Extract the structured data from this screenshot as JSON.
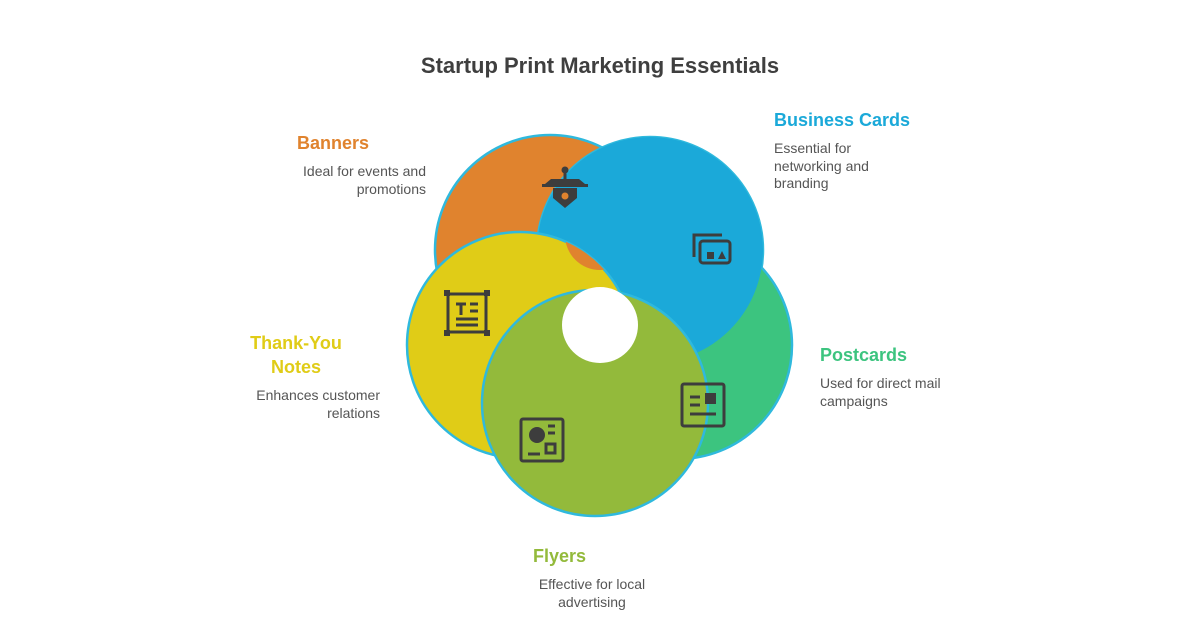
{
  "title": "Startup Print Marketing Essentials",
  "items": {
    "banners": {
      "name": "Banners",
      "desc": "Ideal for events and promotions",
      "color": "#E0832E",
      "icon": "lamp-icon"
    },
    "business_cards": {
      "name": "Business Cards",
      "desc": "Essential for networking and branding",
      "color": "#1BA9D9",
      "icon": "cards-icon"
    },
    "postcards": {
      "name": "Postcards",
      "desc": "Used for direct mail campaigns",
      "color": "#3CC47F",
      "icon": "postcard-icon"
    },
    "flyers": {
      "name": "Flyers",
      "desc": "Effective for local advertising",
      "color": "#93BA3B",
      "icon": "flyer-icon"
    },
    "thank_you": {
      "name": "Thank-You Notes",
      "desc": "Enhances customer relations",
      "color": "#E0CC17",
      "icon": "note-icon"
    }
  },
  "icon_color": "#3d3d3d"
}
